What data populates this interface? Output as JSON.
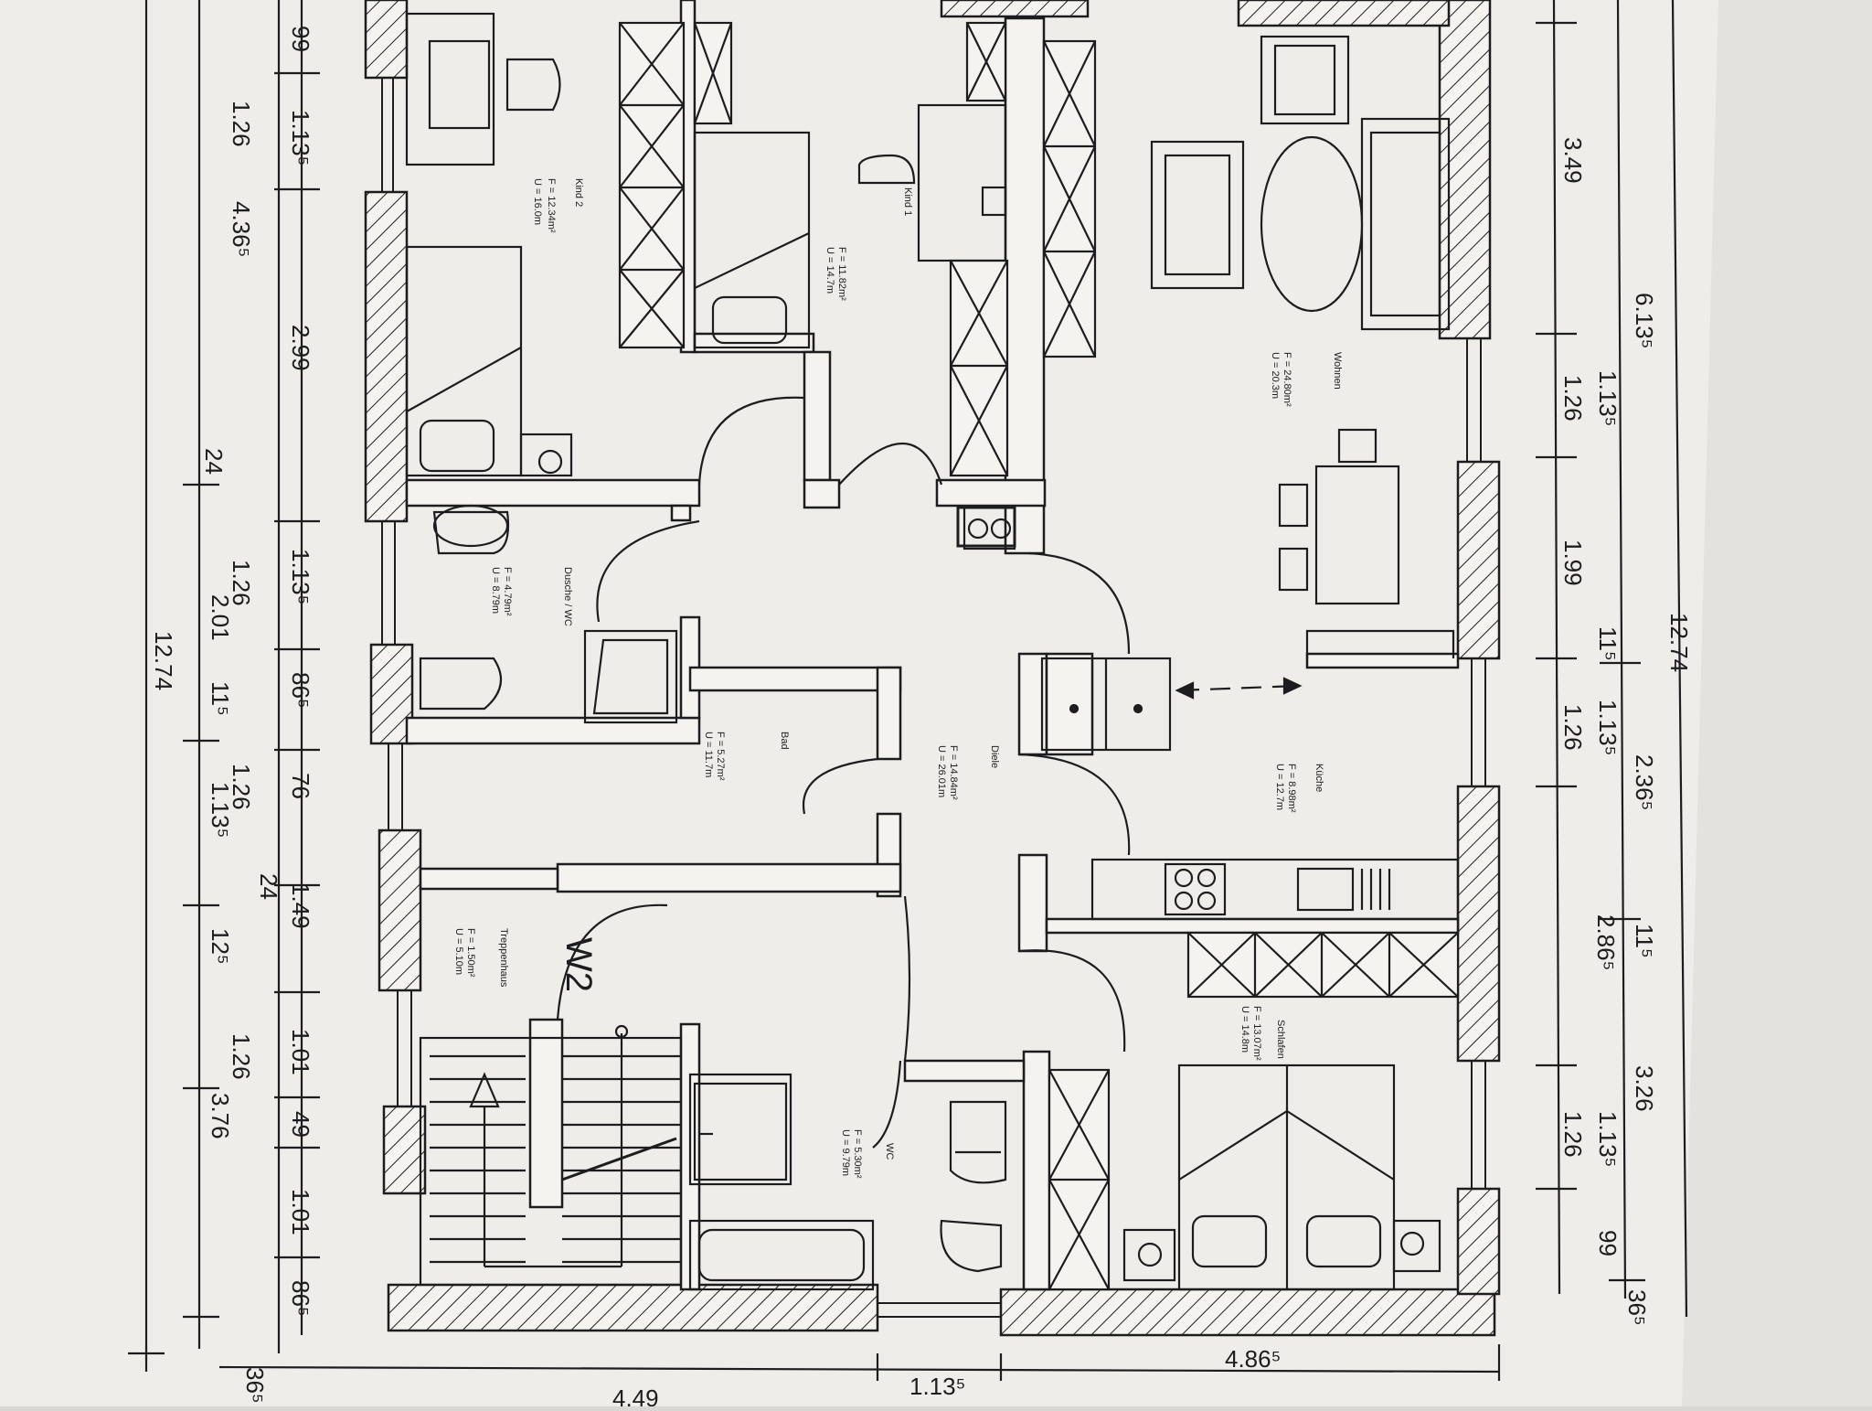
{
  "colors": {
    "paper": "#efedea",
    "shadow": "#c9c6c1",
    "ink": "#1d1d1f",
    "wall_fill": "#f4f3f0"
  },
  "left_dims": {
    "inner": [
      "99",
      "1.13⁵",
      "2.99",
      "24",
      "1.13⁵",
      "86⁵",
      "76",
      "1.49",
      "1.01",
      "49",
      "1.01",
      "86⁵"
    ],
    "middle": [
      "1.26",
      "4.36⁵",
      "1.26",
      "2.01",
      "11⁵",
      "1.26",
      "1.13⁵",
      "24",
      "12⁵",
      "1.26",
      "3.76"
    ],
    "outer": "12.74",
    "corner": "36⁵"
  },
  "right_dims": {
    "inner": [
      "3.49",
      "1.26",
      "1.99",
      "1.26",
      "2.86⁵",
      "1.26",
      "99"
    ],
    "middle": [
      "6.13⁵",
      "1.13⁵",
      "11⁵",
      "1.13⁵",
      "2.36⁵",
      "11⁵",
      "3.26",
      "1.13⁵"
    ],
    "outer": "12.74",
    "corner": "36⁵"
  },
  "bottom_dims": {
    "segments": [
      "4.49",
      "1.13⁵",
      "4.86⁵"
    ]
  },
  "labels": {
    "w2": "W2",
    "rooms": {
      "kind2": {
        "name": "Kind 2",
        "area": "F = 12.34m²",
        "perimeter": "U = 16.0m"
      },
      "kind1": {
        "name": "Kind 1",
        "area": "F = 11.82m²",
        "perimeter": "U = 14.7m"
      },
      "wohnen": {
        "name": "Wohnen",
        "area": "F = 24.80m²",
        "perimeter": "U = 20.3m"
      },
      "dusche": {
        "name": "Dusche / WC",
        "area": "F = 4.79m²",
        "perimeter": "U = 8.79m"
      },
      "bad": {
        "name": "Bad",
        "area": "F = 5.27m²",
        "perimeter": "U = 11.7m"
      },
      "diele": {
        "name": "Diele",
        "area": "F = 14.84m²",
        "perimeter": "U = 26.01m"
      },
      "kueche": {
        "name": "Küche",
        "area": "F = 8.98m²",
        "perimeter": "U = 12.7m"
      },
      "treppenhaus": {
        "name": "Treppenhaus",
        "area": "F = 1.50m²",
        "perimeter": "U = 5.10m"
      },
      "wc": {
        "name": "WC",
        "area": "F = 5.30m²",
        "perimeter": "U = 9.79m"
      },
      "schlafen": {
        "name": "Schlafen",
        "area": "F = 13.07m²",
        "perimeter": "U = 14.8m"
      }
    }
  }
}
